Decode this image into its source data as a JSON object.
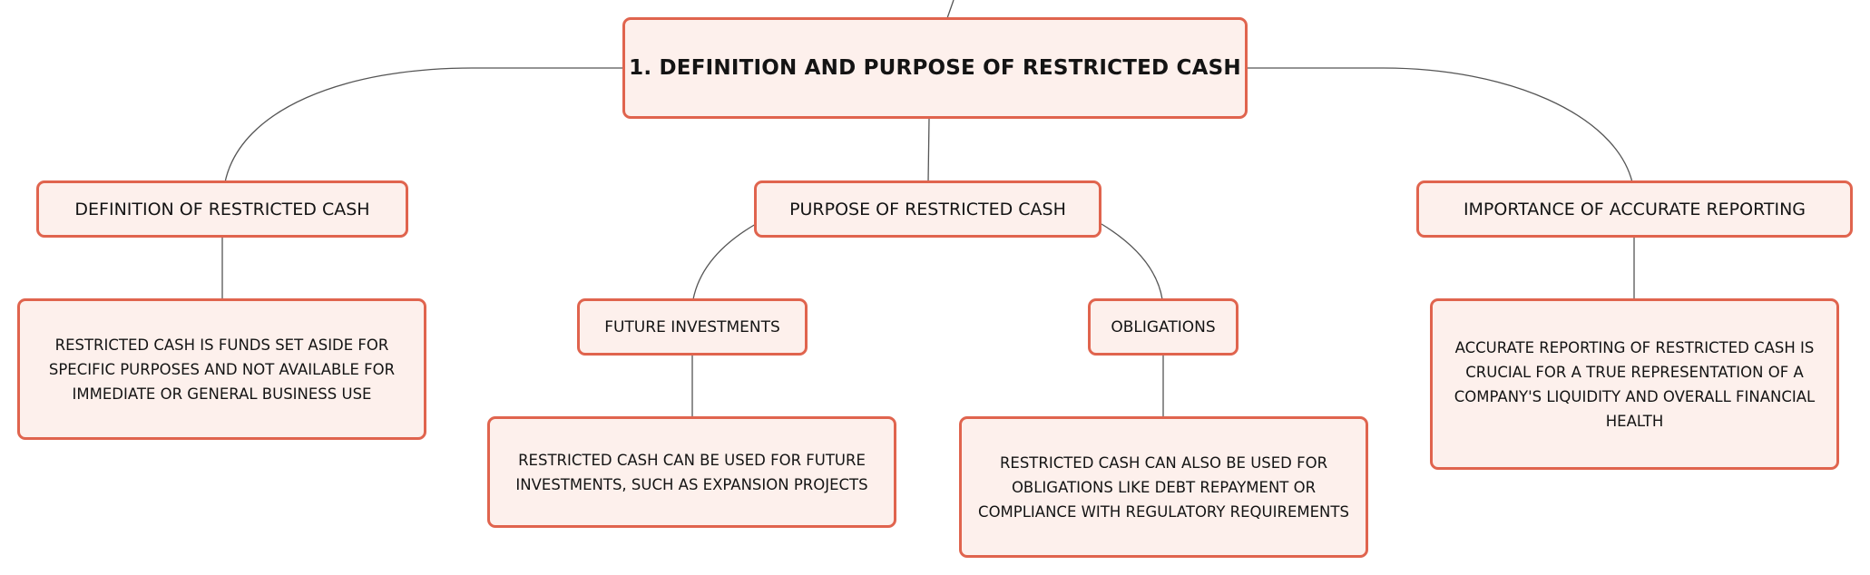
{
  "colors": {
    "node_border": "#e0644e",
    "node_fill": "#fdf0ec",
    "connector": "#555555",
    "text": "#141414"
  },
  "root": {
    "label": "1. DEFINITION AND PURPOSE OF RESTRICTED CASH"
  },
  "branches": {
    "definition": {
      "label": "DEFINITION OF RESTRICTED CASH",
      "detail": "RESTRICTED CASH IS FUNDS SET ASIDE FOR SPECIFIC PURPOSES AND NOT AVAILABLE FOR IMMEDIATE OR GENERAL BUSINESS USE"
    },
    "purpose": {
      "label": "PURPOSE OF RESTRICTED CASH",
      "children": {
        "future_investments": {
          "label": "FUTURE INVESTMENTS",
          "detail": "RESTRICTED CASH CAN BE USED FOR FUTURE INVESTMENTS, SUCH AS EXPANSION PROJECTS"
        },
        "obligations": {
          "label": "OBLIGATIONS",
          "detail": "RESTRICTED CASH CAN ALSO BE USED FOR OBLIGATIONS LIKE DEBT REPAYMENT OR COMPLIANCE WITH REGULATORY REQUIREMENTS"
        }
      }
    },
    "importance": {
      "label": "IMPORTANCE OF ACCURATE REPORTING",
      "detail": "ACCURATE REPORTING OF RESTRICTED CASH IS CRUCIAL FOR A TRUE REPRESENTATION OF A COMPANY'S LIQUIDITY AND OVERALL FINANCIAL HEALTH"
    }
  }
}
